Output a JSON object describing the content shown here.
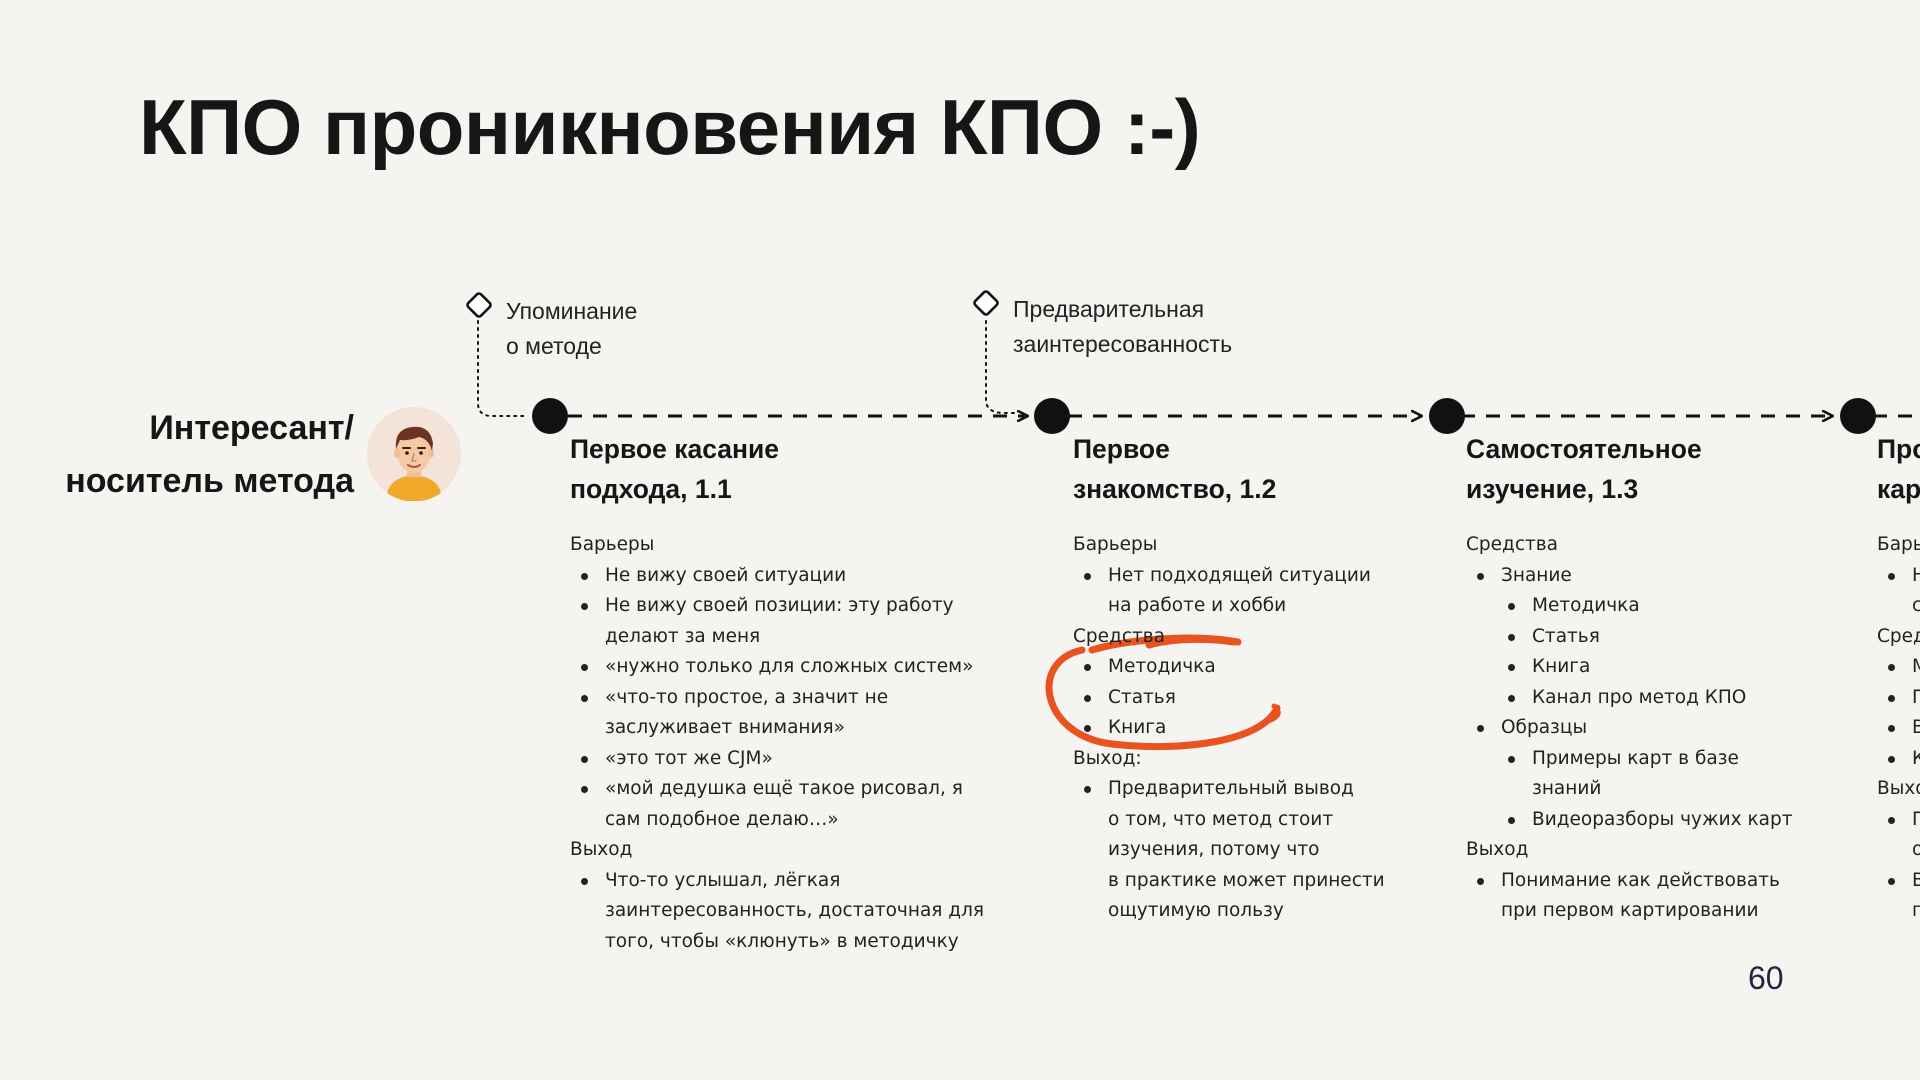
{
  "slide": {
    "title": "КПО проникновения КПО :-)",
    "page_number": "60"
  },
  "actor": {
    "line1": "Интересант/",
    "line2": "носитель метода",
    "avatar_icon": "person-avatar-icon"
  },
  "triggers": [
    {
      "line1": "Упоминание",
      "line2": "о методе",
      "icon": "diamond-icon"
    },
    {
      "line1": "Предварительная",
      "line2": "заинтересованность",
      "icon": "diamond-icon"
    }
  ],
  "stages": [
    {
      "title_line1": "Первое касание",
      "title_line2": "подхода, 1.1",
      "sections": [
        {
          "heading": "Барьеры",
          "items": [
            {
              "lines": [
                "Не вижу своей ситуации"
              ]
            },
            {
              "lines": [
                "Не вижу своей позиции: эту работу",
                "делают за меня"
              ]
            },
            {
              "lines": [
                "«нужно только для сложных систем»"
              ]
            },
            {
              "lines": [
                "«что-то простое, а значит не",
                "заслуживает внимания»"
              ]
            },
            {
              "lines": [
                "«это тот же CJM»"
              ]
            },
            {
              "lines": [
                "«мой дедушка ещё такое рисовал, я",
                "сам подобное делаю…»"
              ]
            }
          ]
        },
        {
          "heading": "Выход",
          "items": [
            {
              "lines": [
                "Что-то услышал, лёгкая",
                "заинтересованность, достаточная для",
                "того, чтобы «клюнуть» в методичку"
              ]
            }
          ]
        }
      ]
    },
    {
      "title_line1": "Первое",
      "title_line2": "знакомство, 1.2",
      "sections": [
        {
          "heading": "Барьеры",
          "items": [
            {
              "lines": [
                "Нет подходящей ситуации",
                "на работе и хобби"
              ]
            }
          ]
        },
        {
          "heading": "Средства",
          "items": [
            {
              "lines": [
                "Методичка"
              ]
            },
            {
              "lines": [
                "Статья"
              ]
            },
            {
              "lines": [
                "Книга"
              ]
            }
          ]
        },
        {
          "heading": "Выход:",
          "items": [
            {
              "lines": [
                "Предварительный вывод",
                "о том, что метод стоит",
                "изучения, потому что",
                "в практике может принести",
                "ощутимую пользу"
              ]
            }
          ]
        }
      ]
    },
    {
      "title_line1": "Самостоятельное",
      "title_line2": "изучение, 1.3",
      "sections": [
        {
          "heading": "Средства",
          "items": [
            {
              "lines": [
                "Знание"
              ],
              "children": [
                {
                  "lines": [
                    "Методичка"
                  ]
                },
                {
                  "lines": [
                    "Статья"
                  ]
                },
                {
                  "lines": [
                    "Книга"
                  ]
                },
                {
                  "lines": [
                    "Канал про метод КПО"
                  ]
                }
              ]
            },
            {
              "lines": [
                "Образцы"
              ],
              "children": [
                {
                  "lines": [
                    "Примеры карт в базе",
                    "знаний"
                  ]
                },
                {
                  "lines": [
                    "Видеоразборы чужих карт"
                  ]
                }
              ]
            }
          ]
        },
        {
          "heading": "Выход",
          "items": [
            {
              "lines": [
                "Понимание как действовать",
                "при первом картировании"
              ]
            }
          ]
        }
      ]
    },
    {
      "title_line1": "Про",
      "title_line2": "карт",
      "sections": [
        {
          "heading": "Барье",
          "items": [
            {
              "lines": [
                "Н",
                "си"
              ]
            }
          ]
        },
        {
          "heading": "Средс",
          "items": [
            {
              "lines": [
                "М"
              ]
            },
            {
              "lines": [
                "Пр"
              ]
            },
            {
              "lines": [
                "Ві"
              ]
            },
            {
              "lines": [
                "Ка"
              ]
            }
          ]
        },
        {
          "heading": "Выход",
          "items": [
            {
              "lines": [
                "Пр",
                "оп"
              ]
            },
            {
              "lines": [
                "Вс",
                "пр"
              ]
            }
          ]
        }
      ]
    }
  ],
  "annotation": {
    "color": "#e8531f",
    "target": "Средства stage 1.2"
  }
}
